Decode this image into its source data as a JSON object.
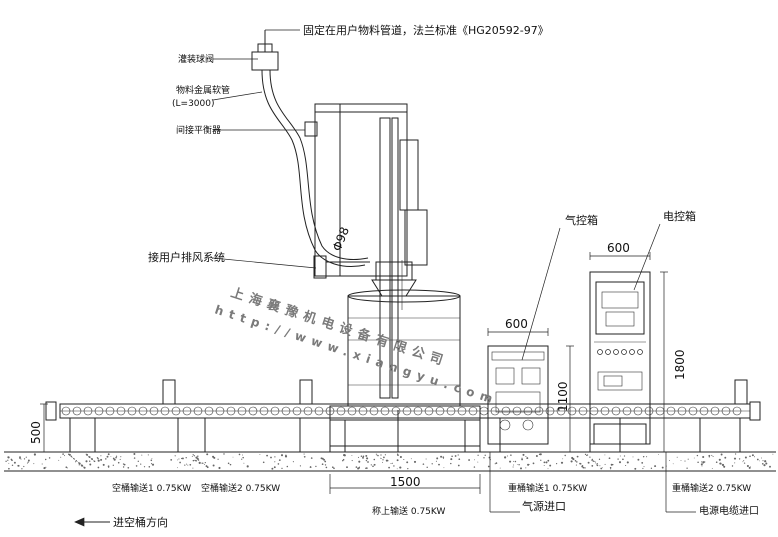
{
  "callouts": {
    "top_note": "固定在用户物料管道，法兰标准《HG20592-97》",
    "filling_valve": "灌装球阀",
    "hose": "物料金属软管",
    "hose_length": "(L=3000)",
    "balancer": "间接平衡器",
    "exhaust": "接用户排风系统",
    "diameter": "Φ98",
    "air_box": "气控箱",
    "control_box": "电控箱"
  },
  "dimensions": {
    "air_box_width": "600",
    "control_box_width": "600",
    "platform_height": "500",
    "air_box_height": "1100",
    "control_box_height": "1800",
    "platform_width": "1500"
  },
  "conveyors": {
    "empty_1": "空桶输送1 0.75KW",
    "empty_2": "空桶输送2 0.75KW",
    "filling": "称上输送 0.75KW",
    "heavy_1": "重桶输送1 0.75KW",
    "heavy_2": "重桶输送2 0.75KW"
  },
  "bottom": {
    "air_inlet": "气源进口",
    "power_inlet": "电源电缆进口",
    "direction": "进空桶方向"
  },
  "watermark": {
    "company": "上海襄豫机电设备有限公司",
    "url": "http://www.xiangyu.com"
  }
}
